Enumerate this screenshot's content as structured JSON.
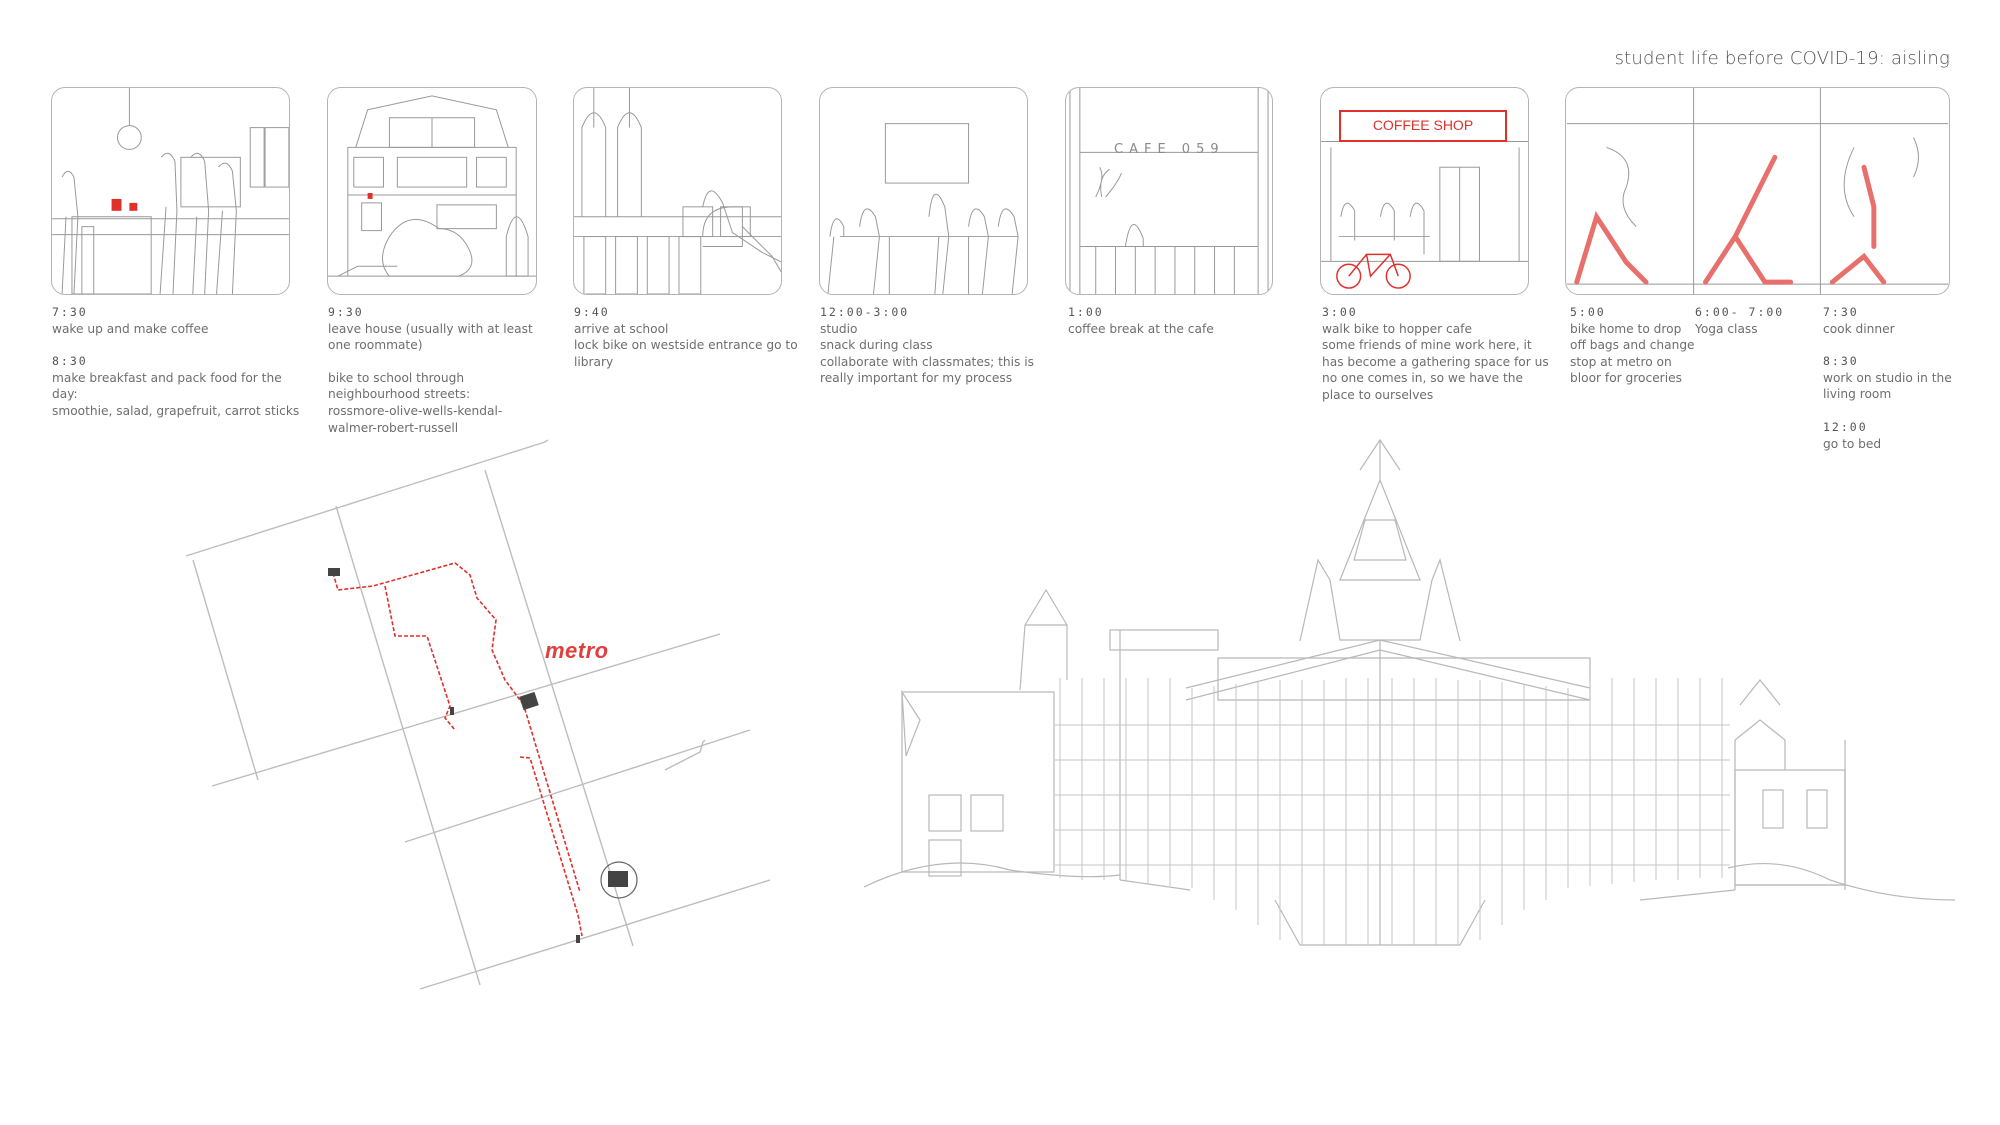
{
  "title": "student life before COVID-19: aisling",
  "panels": [
    {
      "id": "kitchen"
    },
    {
      "id": "house"
    },
    {
      "id": "school"
    },
    {
      "id": "studio"
    },
    {
      "id": "cafe",
      "sign": "CAFE 059"
    },
    {
      "id": "coffee-shop",
      "sign": "COFFEE SHOP"
    },
    {
      "id": "yoga"
    }
  ],
  "captions": {
    "c1": {
      "t1": "7:30",
      "d1": "wake up and make coffee",
      "t2": "8:30",
      "d2a": "make breakfast and pack food for the",
      "d2b": "day:",
      "d2c": "smoothie, salad, grapefruit, carrot sticks"
    },
    "c2": {
      "t1": "9:30",
      "d1a": "leave house (usually with at least",
      "d1b": "one roommate)",
      "d2a": "bike to school through",
      "d2b": "neighbourhood streets:",
      "d2c": "rossmore-olive-wells-kendal-",
      "d2d": "walmer-robert-russell"
    },
    "c3": {
      "t1": "9:40",
      "d1a": "arrive at school",
      "d1b": "lock bike on westside entrance go to",
      "d1c": "library"
    },
    "c4": {
      "t1": "12:00-3:00",
      "d1a": "studio",
      "d1b": "snack during class",
      "d1c": "collaborate with classmates; this is",
      "d1d": "really important for my process"
    },
    "c5": {
      "t1": "1:00",
      "d1": "coffee break at the cafe"
    },
    "c6": {
      "t1": "3:00",
      "d1a": "walk bike to hopper cafe",
      "d1b": "some friends of mine work here, it",
      "d1c": "has become a gathering space for us",
      "d1d": "no one comes in, so we have the",
      "d1e": "place to ourselves"
    },
    "c7": {
      "t1": "5:00",
      "d1a": "bike home to drop",
      "d1b": "off bags and change",
      "d1c": "stop at metro on",
      "d1d": "bloor for groceries"
    },
    "c8": {
      "t1": "6:00- 7:00",
      "d1": "Yoga class"
    },
    "c9": {
      "t1": "7:30",
      "d1": "cook dinner",
      "t2": "8:30",
      "d2a": "work on studio in the",
      "d2b": "living room",
      "t3": "12:00",
      "d3": "go to bed"
    }
  },
  "map": {
    "store_label": "metro",
    "route_color": "#e0302c"
  },
  "colors": {
    "accent": "#e0302c",
    "yoga_fill": "#e8706c",
    "line": "#b4b4b4"
  }
}
